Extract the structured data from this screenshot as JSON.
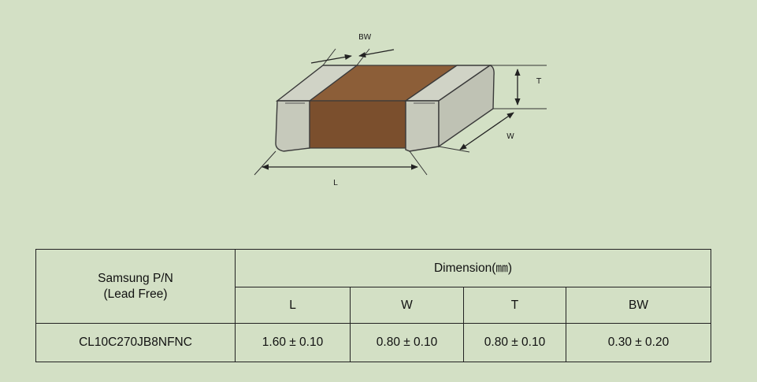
{
  "diagram": {
    "labels": {
      "bw": "BW",
      "t": "T",
      "w": "W",
      "l": "L"
    },
    "colors": {
      "background": "#d3e0c5",
      "body": "#8a5a35",
      "terminal": "#c9ccc0",
      "outline": "#3a3a3a"
    }
  },
  "table": {
    "pn_header_line1": "Samsung P/N",
    "pn_header_line2": "(Lead Free)",
    "dimension_header": "Dimension(㎜)",
    "columns": [
      "L",
      "W",
      "T",
      "BW"
    ],
    "rows": [
      {
        "part_number": "CL10C270JB8NFNC",
        "values": [
          "1.60 ± 0.10",
          "0.80 ± 0.10",
          "0.80 ± 0.10",
          "0.30 ± 0.20"
        ]
      }
    ]
  }
}
